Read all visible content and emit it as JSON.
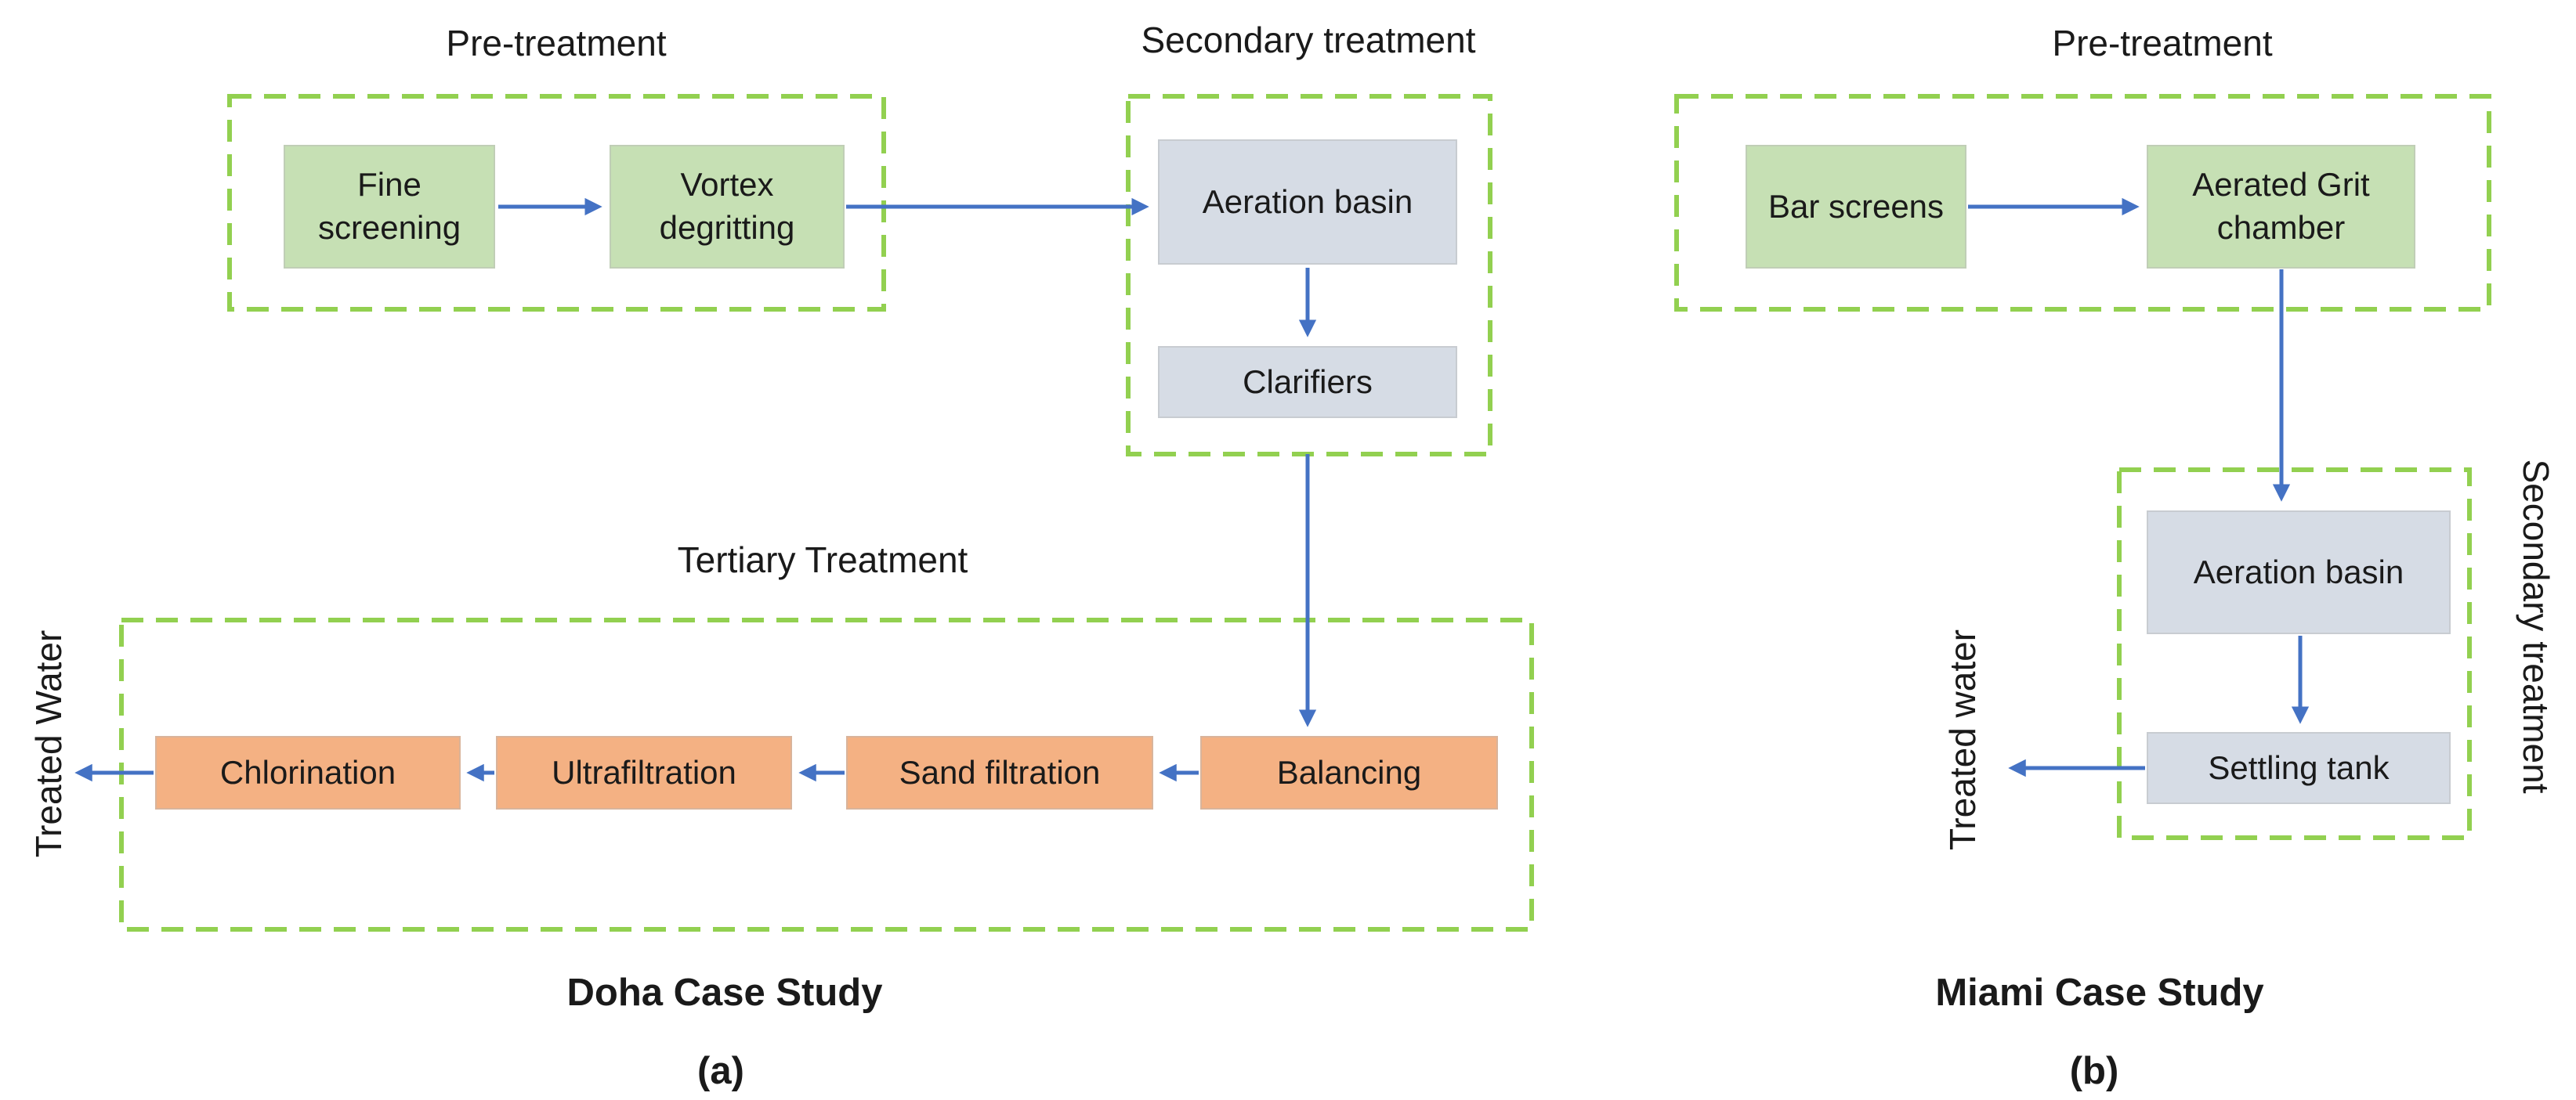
{
  "doha": {
    "pretreatment_label": "Pre-treatment",
    "box_fine_screening": "Fine screening",
    "box_vortex_degritting": "Vortex degritting",
    "secondary_label": "Secondary treatment",
    "box_aeration_basin": "Aeration basin",
    "box_clarifiers": "Clarifiers",
    "tertiary_label": "Tertiary Treatment",
    "box_balancing": "Balancing",
    "box_sand_filtration": "Sand filtration",
    "box_ultrafiltration": "Ultrafiltration",
    "box_chlorination": "Chlorination",
    "treated_water_label": "Treated Water",
    "caption": "Doha Case Study",
    "panel_tag": "(a)"
  },
  "miami": {
    "pretreatment_label": "Pre-treatment",
    "box_bar_screens": "Bar screens",
    "box_aerated_grit_chamber": "Aerated Grit chamber",
    "secondary_label": "Secondary treatment",
    "box_aeration_basin": "Aeration basin",
    "box_settling_tank": "Settling tank",
    "treated_water_label": "Treated water",
    "caption": "Miami Case Study",
    "panel_tag": "(b)"
  },
  "colors": {
    "pretreatment_box_fill": "#c6e0b4",
    "secondary_box_fill": "#d6dce5",
    "tertiary_box_fill": "#f4b183",
    "dashed_group_border": "#92d050",
    "arrow": "#4472c4",
    "text": "#1a1a1a"
  }
}
